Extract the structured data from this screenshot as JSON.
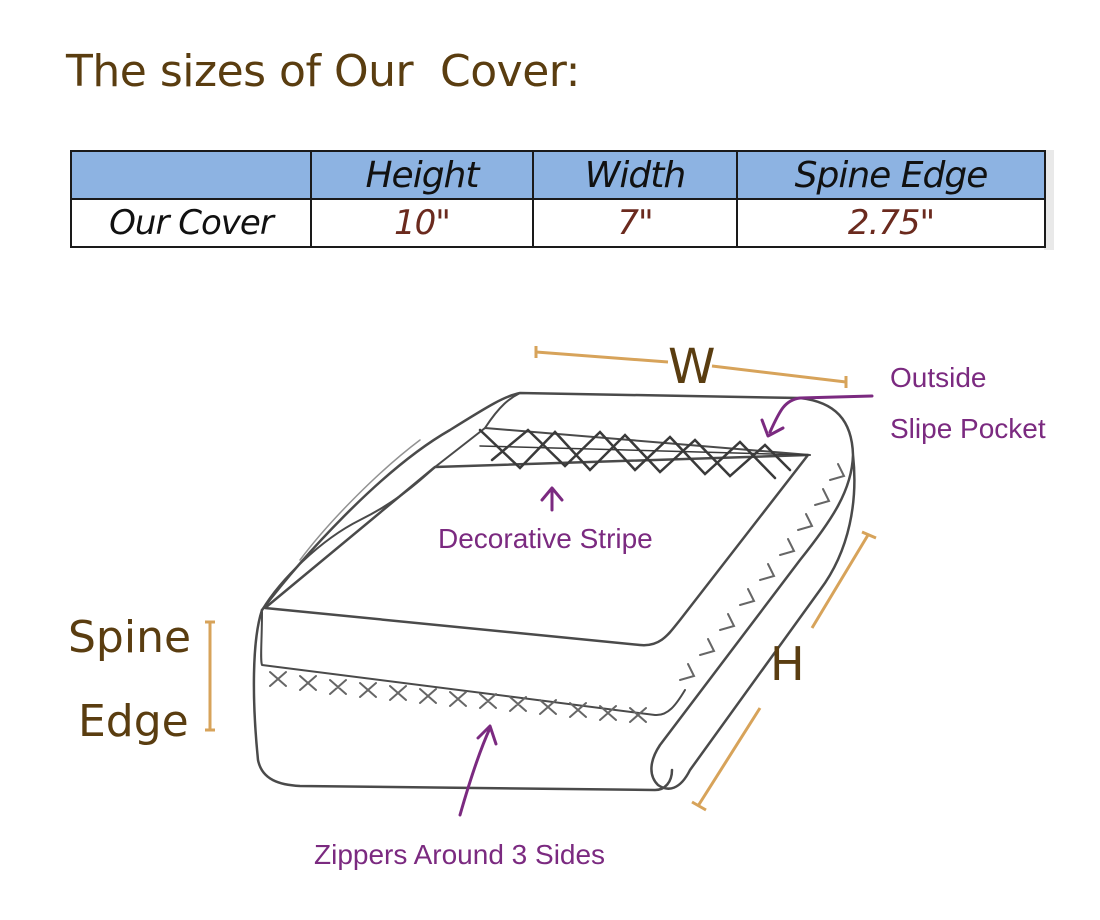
{
  "title": "The sizes of Our  Cover:",
  "table": {
    "headers": [
      "",
      "Height",
      "Width",
      "Spine Edge"
    ],
    "rows": [
      {
        "label": "Our Cover",
        "values": [
          "10\"",
          "7\"",
          "2.75\""
        ]
      }
    ]
  },
  "diagram": {
    "width_label": "W",
    "height_label": "H",
    "spine_label_line1": "Spine",
    "spine_label_line2": "Edge",
    "pocket_label_line1": "Outside",
    "pocket_label_line2": "Slipe Pocket",
    "stripe_label": "Decorative Stripe",
    "zipper_label": "Zippers Around 3 Sides"
  },
  "colors": {
    "dimension_text": "#5a3d10",
    "dimension_line": "#d7a35a",
    "annotation": "#7b2a80",
    "table_header_bg": "#8db3e2"
  }
}
